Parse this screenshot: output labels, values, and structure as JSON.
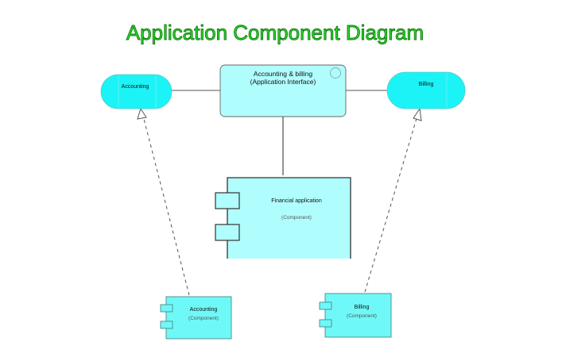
{
  "title": "Application Component Diagram",
  "colors": {
    "title_fill": "#2fd92f",
    "title_stroke": "#0b7a0b",
    "service_fill": "#1cf3f7",
    "interface_fill": "#b0fdfd",
    "component_large_fill": "#b0fdfd",
    "component_small_fill": "#6ff8f8",
    "line": "#777777"
  },
  "nodes": {
    "interface": {
      "label_line1": "Accounting & billing",
      "label_line2": "(Application Interface)"
    },
    "service_accounting": {
      "label": "Accounting"
    },
    "service_billing": {
      "label": "Billing"
    },
    "component_financial": {
      "label": "Financial application",
      "type_label": "(Component)"
    },
    "component_accounting": {
      "label": "Accounting",
      "type_label": "(Component)"
    },
    "component_billing": {
      "label": "Billing",
      "type_label": "(Component)"
    }
  },
  "edges": [
    {
      "from": "service_accounting",
      "to": "interface",
      "style": "solid"
    },
    {
      "from": "interface",
      "to": "service_billing",
      "style": "solid"
    },
    {
      "from": "interface",
      "to": "component_financial",
      "style": "solid"
    },
    {
      "from": "component_accounting",
      "to": "service_accounting",
      "style": "dashed",
      "arrow": "hollow-triangle"
    },
    {
      "from": "component_billing",
      "to": "service_billing",
      "style": "dashed",
      "arrow": "hollow-triangle"
    }
  ]
}
